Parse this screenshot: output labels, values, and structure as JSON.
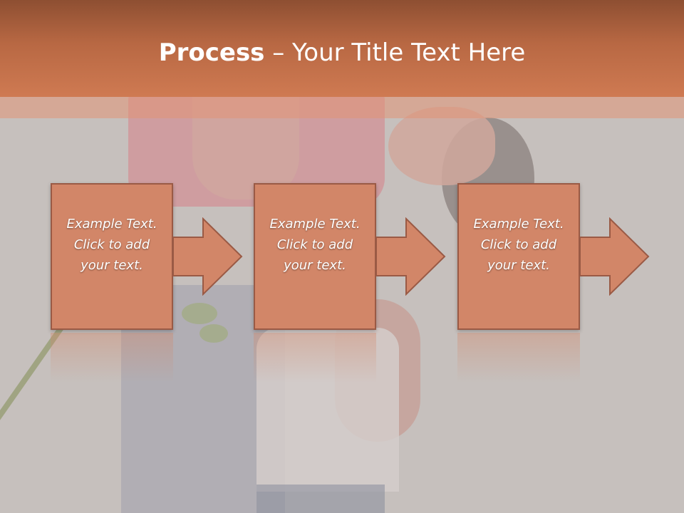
{
  "slide": {
    "title_bold": "Process",
    "title_rest": " – Your Title Text Here",
    "steps": [
      {
        "text": "Example Text.\nClick  to add\nyour text."
      },
      {
        "text": "Example Text.\nClick  to add\nyour text."
      },
      {
        "text": "Example Text.\nClick  to add\nyour text."
      }
    ]
  },
  "colors": {
    "title_bar": "#b86843",
    "box_fill": "#d28668",
    "box_border": "#9a5a45",
    "background": "#c6c0bd"
  }
}
